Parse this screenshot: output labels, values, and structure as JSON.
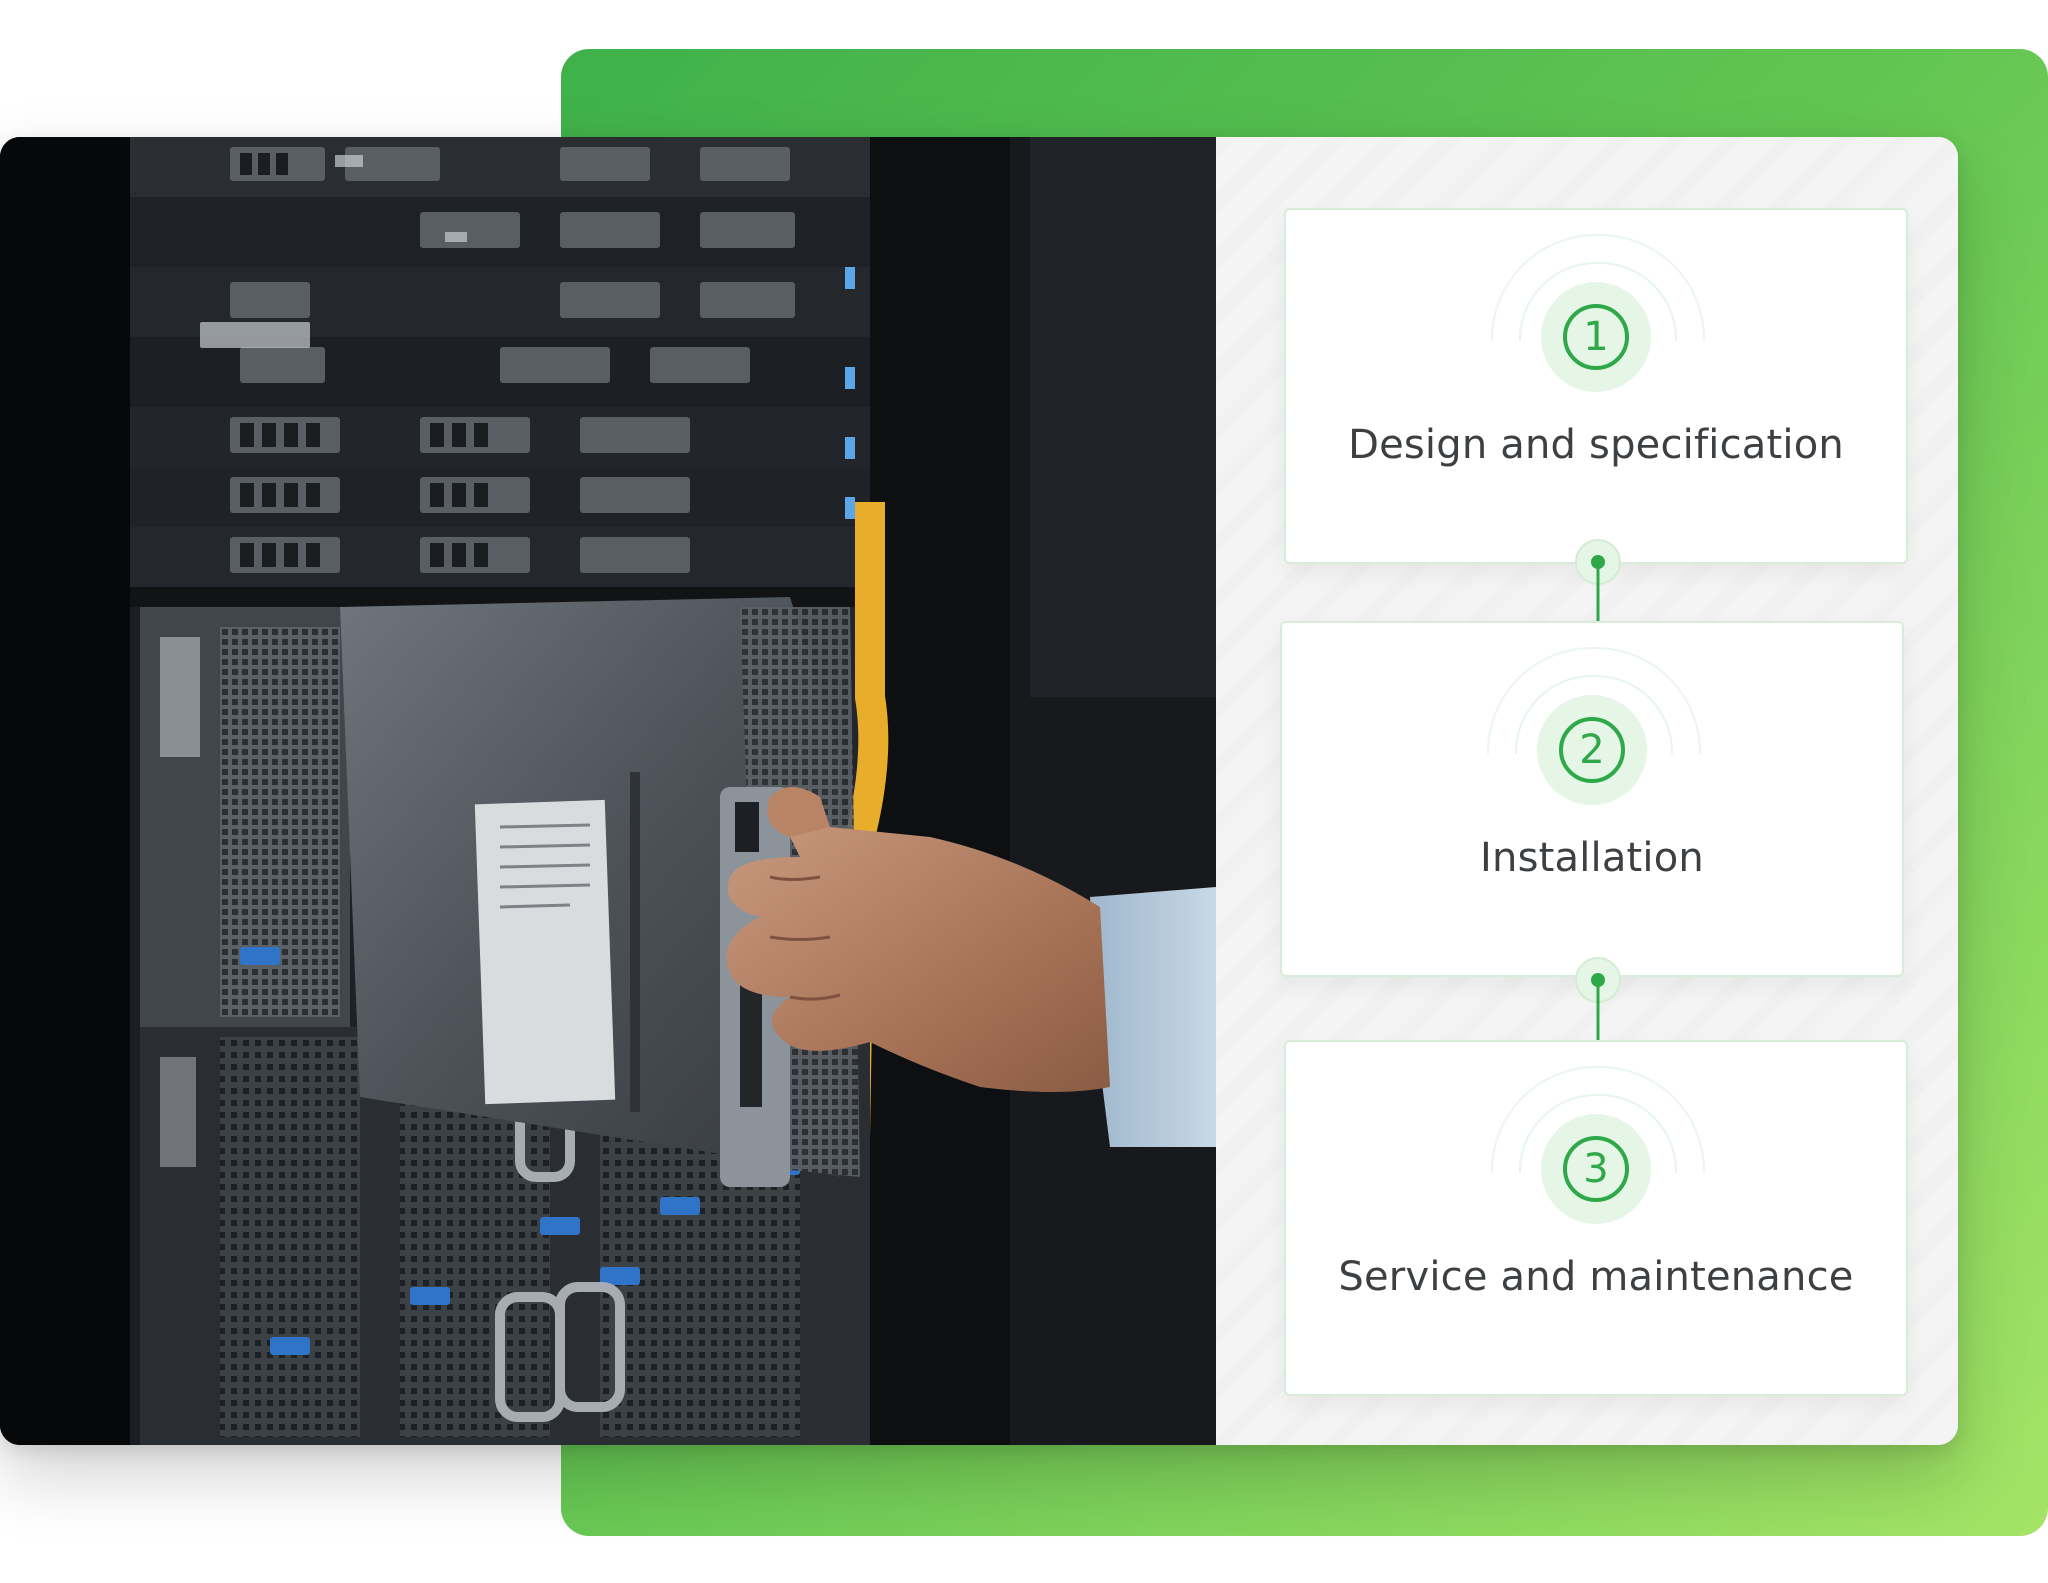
{
  "steps": [
    {
      "number": "1",
      "label": "Design and specification"
    },
    {
      "number": "2",
      "label": "Installation"
    },
    {
      "number": "3",
      "label": "Service and maintenance"
    }
  ],
  "colors": {
    "accent_green": "#2fa84a",
    "badge_bg": "#e5f5e6",
    "card_border": "#d8ecd9",
    "text": "#3d4043",
    "gradient_start": "#3fb14a",
    "gradient_end": "#a4e466"
  },
  "photo": {
    "subject": "hand-inserting-server-blade-photo"
  },
  "icons": {
    "connector": "arrow-down-connector-icon"
  }
}
